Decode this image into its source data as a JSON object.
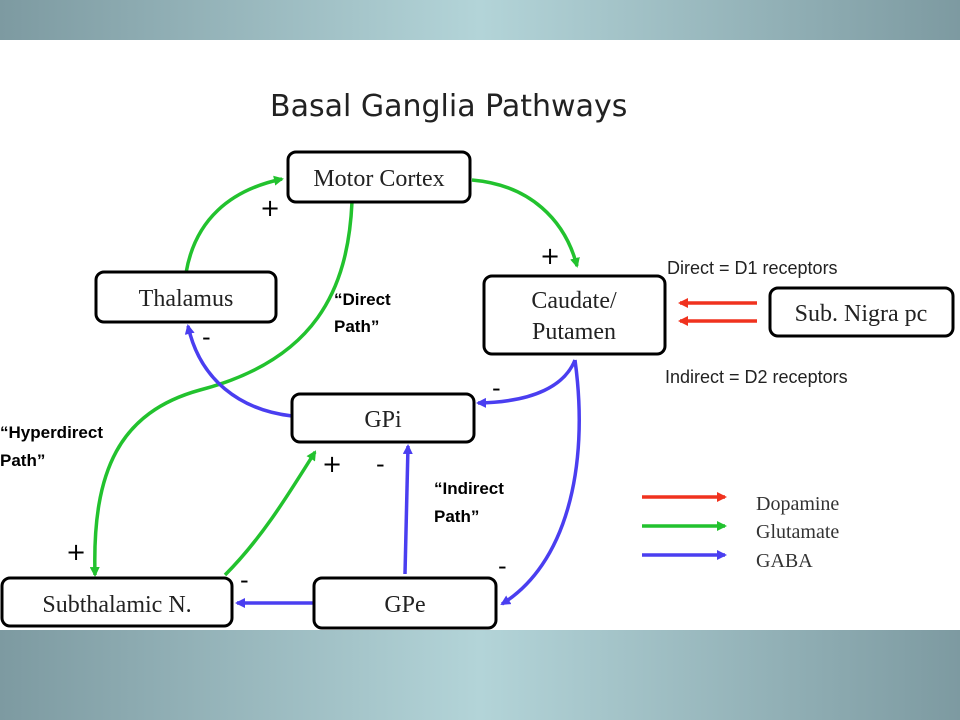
{
  "title": "Basal Ganglia Pathways",
  "nodes": {
    "motor_cortex": "Motor Cortex",
    "thalamus": "Thalamus",
    "caudate_line1": "Caudate/",
    "caudate_line2": "Putamen",
    "sub_nigra": "Sub. Nigra pc",
    "gpi": "GPi",
    "gpe": "GPe",
    "subthalamic": "Subthalamic N."
  },
  "path_labels": {
    "direct_line1": "“Direct",
    "direct_line2": "Path”",
    "hyperdirect_line1": "“Hyperdirect",
    "hyperdirect_line2": "Path”",
    "indirect_line1": "“Indirect",
    "indirect_line2": "Path”"
  },
  "receptor_notes": {
    "direct": "Direct = D1 receptors",
    "indirect": "Indirect = D2 receptors"
  },
  "signs": {
    "thalamus_to_cortex": "+",
    "cortex_to_caudate": "+",
    "gpi_to_thalamus": "-",
    "caudate_to_gpi": "-",
    "stn_to_gpi": "+",
    "gpe_to_gpi": "-",
    "caudate_to_gpe": "-",
    "cortex_to_stn": "+",
    "gpe_to_stn": "-"
  },
  "legend": [
    {
      "label": "Dopamine",
      "color": "#f0321e"
    },
    {
      "label": "Glutamate",
      "color": "#22c22e"
    },
    {
      "label": "GABA",
      "color": "#4a3ef0"
    }
  ],
  "colors": {
    "glutamate": "#22c22e",
    "gaba": "#4a3ef0",
    "dopamine": "#f0321e"
  }
}
